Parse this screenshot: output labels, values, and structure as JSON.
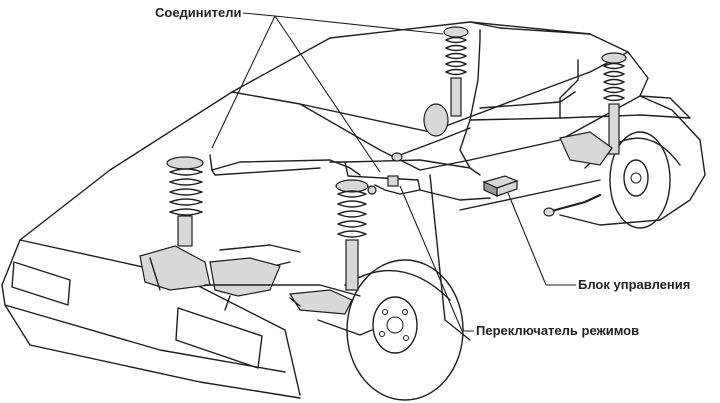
{
  "labels": {
    "connectors": "Соединители",
    "control_unit": "Блок управления",
    "mode_switch": "Переключатель режимов"
  }
}
